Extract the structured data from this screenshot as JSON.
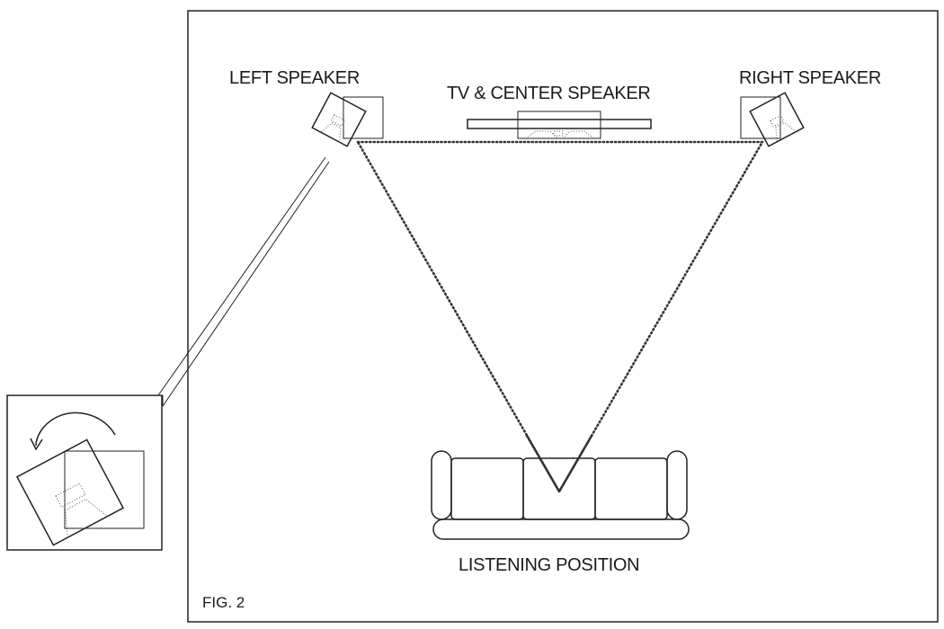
{
  "labels": {
    "left_speaker": "LEFT SPEAKER",
    "tv_center": "TV & CENTER SPEAKER",
    "right_speaker": "RIGHT SPEAKER",
    "listening_position": "LISTENING POSITION",
    "figure": "FIG. 2"
  },
  "colors": {
    "line": "#222222",
    "background": "#ffffff"
  },
  "icons": {
    "rotation": "curved-arrow-icon"
  }
}
